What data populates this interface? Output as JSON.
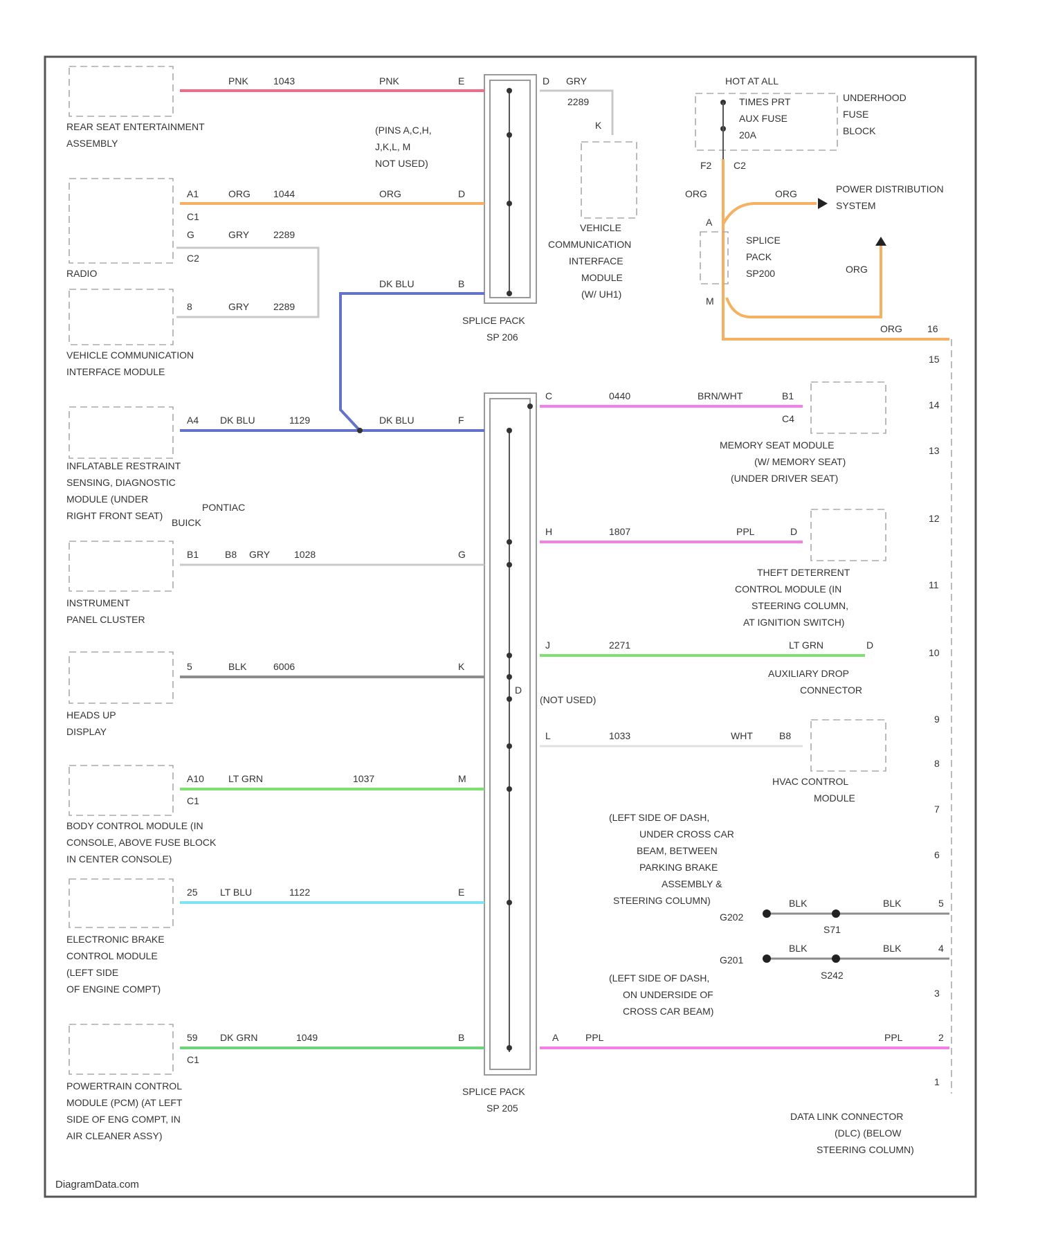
{
  "colors": {
    "pnk": "#f26b85",
    "org": "#f5b061",
    "gry": "#c8c8c8",
    "dk_blu": "#6472c9",
    "blk": "#8c8c8c",
    "lt_grn": "#7ee06e",
    "lt_blu": "#7fe3f3",
    "dk_grn": "#6fd37a",
    "brn_wht": "#f47ef0",
    "ppl": "#f57fe5",
    "wht": "#e0e0e0"
  },
  "footer": {
    "watermark": "DiagramData.com"
  },
  "splice_top": {
    "name1": "SPLICE PACK",
    "name2": "SP 206"
  },
  "splice_bottom": {
    "name1": "SPLICE PACK",
    "name2": "SP 205"
  },
  "left_components": {
    "rear_seat": {
      "line1": "REAR SEAT ENTERTAINMENT",
      "line2": "ASSEMBLY",
      "wire_color": "PNK",
      "circuit": "1043",
      "wire_color_right": "PNK",
      "splice_pin": "E"
    },
    "radio": {
      "label": "RADIO",
      "c1": "C1",
      "c2": "C2",
      "pin_a1": "A1",
      "wire_org": "ORG",
      "circuit_org": "1044",
      "org_right": "ORG",
      "splice_pin_org": "D",
      "pin_g": "G",
      "wire_gry": "GRY",
      "circuit_gry": "2289"
    },
    "vcim": {
      "line1": "VEHICLE COMMUNICATION",
      "line2": "INTERFACE MODULE",
      "pin": "8",
      "wire": "GRY",
      "circuit": "2289"
    },
    "pins_note": {
      "line1": "(PINS A,C,H,",
      "line2": "J,K,L, M",
      "line3": "NOT USED)"
    },
    "dk_blu_top": {
      "wire": "DK BLU",
      "pin": "B"
    },
    "airbag": {
      "line1": "INFLATABLE RESTRAINT",
      "line2": "SENSING, DIAGNOSTIC",
      "line3": "MODULE (UNDER",
      "line4": "RIGHT FRONT SEAT)",
      "pin": "A4",
      "wire": "DK BLU",
      "circuit": "1129",
      "wire_right": "DK BLU",
      "splice_pin": "F"
    },
    "ipc": {
      "line1": "INSTRUMENT",
      "line2": "PANEL CLUSTER",
      "buick": "BUICK",
      "pontiac": "PONTIAC",
      "pin_b1": "B1",
      "pin_b8": "B8",
      "wire": "GRY",
      "circuit": "1028",
      "splice_pin": "G"
    },
    "hud": {
      "line1": "HEADS UP",
      "line2": "DISPLAY",
      "pin": "5",
      "wire": "BLK",
      "circuit": "6006",
      "splice_pin": "K"
    },
    "bcm": {
      "line1": "BODY CONTROL MODULE (IN",
      "line2": "CONSOLE, ABOVE FUSE BLOCK",
      "line3": "IN CENTER CONSOLE)",
      "pin": "A10",
      "c1": "C1",
      "wire": "LT GRN",
      "circuit": "1037",
      "splice_pin": "M"
    },
    "ebcm": {
      "line1": "ELECTRONIC BRAKE",
      "line2": "CONTROL MODULE",
      "line3": "(LEFT SIDE",
      "line4": "OF ENGINE COMPT)",
      "pin": "25",
      "wire": "LT BLU",
      "circuit": "1122",
      "splice_pin": "E"
    },
    "pcm": {
      "line1": "POWERTRAIN CONTROL",
      "line2": "MODULE (PCM) (AT LEFT",
      "line3": "SIDE OF ENG COMPT, IN",
      "line4": "AIR CLEANER ASSY)",
      "pin": "59",
      "c1": "C1",
      "wire": "DK GRN",
      "circuit": "1049",
      "splice_pin": "B"
    }
  },
  "top_right": {
    "vcim_top": {
      "pin_d": "D",
      "wire": "GRY",
      "circuit": "2289",
      "pin_k": "K",
      "line1": "VEHICLE",
      "line2": "COMMUNICATION",
      "line3": "INTERFACE",
      "line4": "MODULE",
      "line5": "(W/ UH1)"
    },
    "fuse": {
      "hot1": "HOT AT ALL",
      "hot2": "TIMES PRT",
      "fuse1": "AUX FUSE",
      "fuse2": "20A",
      "ub1": "UNDERHOOD",
      "ub2": "FUSE",
      "ub3": "BLOCK",
      "f2": "F2",
      "c2": "C2"
    },
    "org_left": "ORG",
    "org_power": "ORG",
    "power1": "POWER DISTRIBUTION",
    "power2": "SYSTEM",
    "sp_pin_a": "A",
    "sp_line1": "SPLICE",
    "sp_line2": "PACK",
    "sp_line3": "SP200",
    "sp_pin_m": "M",
    "org_up": "ORG",
    "org_dlc": "ORG",
    "dlc_16": "16"
  },
  "right_components": {
    "memory_seat": {
      "pin_c": "C",
      "circuit": "0440",
      "wire": "BRN/WHT",
      "pin_b1": "B1",
      "c4": "C4",
      "line1": "MEMORY SEAT MODULE",
      "line2": "(W/ MEMORY SEAT)",
      "line3": "(UNDER DRIVER SEAT)"
    },
    "theft": {
      "pin_h": "H",
      "circuit": "1807",
      "wire": "PPL",
      "pin_d": "D",
      "line1": "THEFT DETERRENT",
      "line2": "CONTROL MODULE (IN",
      "line3": "STEERING COLUMN,",
      "line4": "AT IGNITION SWITCH)"
    },
    "aux_drop": {
      "pin_j": "J",
      "circuit": "2271",
      "wire": "LT GRN",
      "pin_d": "D",
      "line1": "AUXILIARY DROP",
      "line2": "CONNECTOR"
    },
    "not_used": {
      "pin": "D",
      "label": "(NOT USED)"
    },
    "hvac": {
      "pin_l": "L",
      "circuit": "1033",
      "wire": "WHT",
      "pin_b8": "B8",
      "line1": "HVAC CONTROL",
      "line2": "MODULE"
    },
    "g202": {
      "l1": "(LEFT SIDE OF DASH,",
      "l2": "UNDER CROSS CAR",
      "l3": "BEAM, BETWEEN",
      "l4": "PARKING BRAKE",
      "l5": "ASSEMBLY &",
      "l6": "STEERING COLUMN)",
      "id": "G202",
      "wire_l": "BLK",
      "s": "S71",
      "wire_r": "BLK",
      "pin": "5"
    },
    "g201": {
      "id": "G201",
      "wire_l": "BLK",
      "s": "S242",
      "wire_r": "BLK",
      "pin": "4",
      "l1": "(LEFT SIDE OF DASH,",
      "l2": "ON UNDERSIDE OF",
      "l3": "CROSS CAR BEAM)"
    },
    "ppl_bottom": {
      "pin_a": "A",
      "wire_l": "PPL",
      "wire_r": "PPL",
      "pin": "2"
    },
    "dlc": {
      "line1": "DATA LINK CONNECTOR",
      "line2": "(DLC) (BELOW",
      "line3": "STEERING COLUMN)",
      "pins": [
        "15",
        "14",
        "13",
        "12",
        "11",
        "10",
        "9",
        "8",
        "7",
        "6",
        "3",
        "1"
      ]
    }
  }
}
